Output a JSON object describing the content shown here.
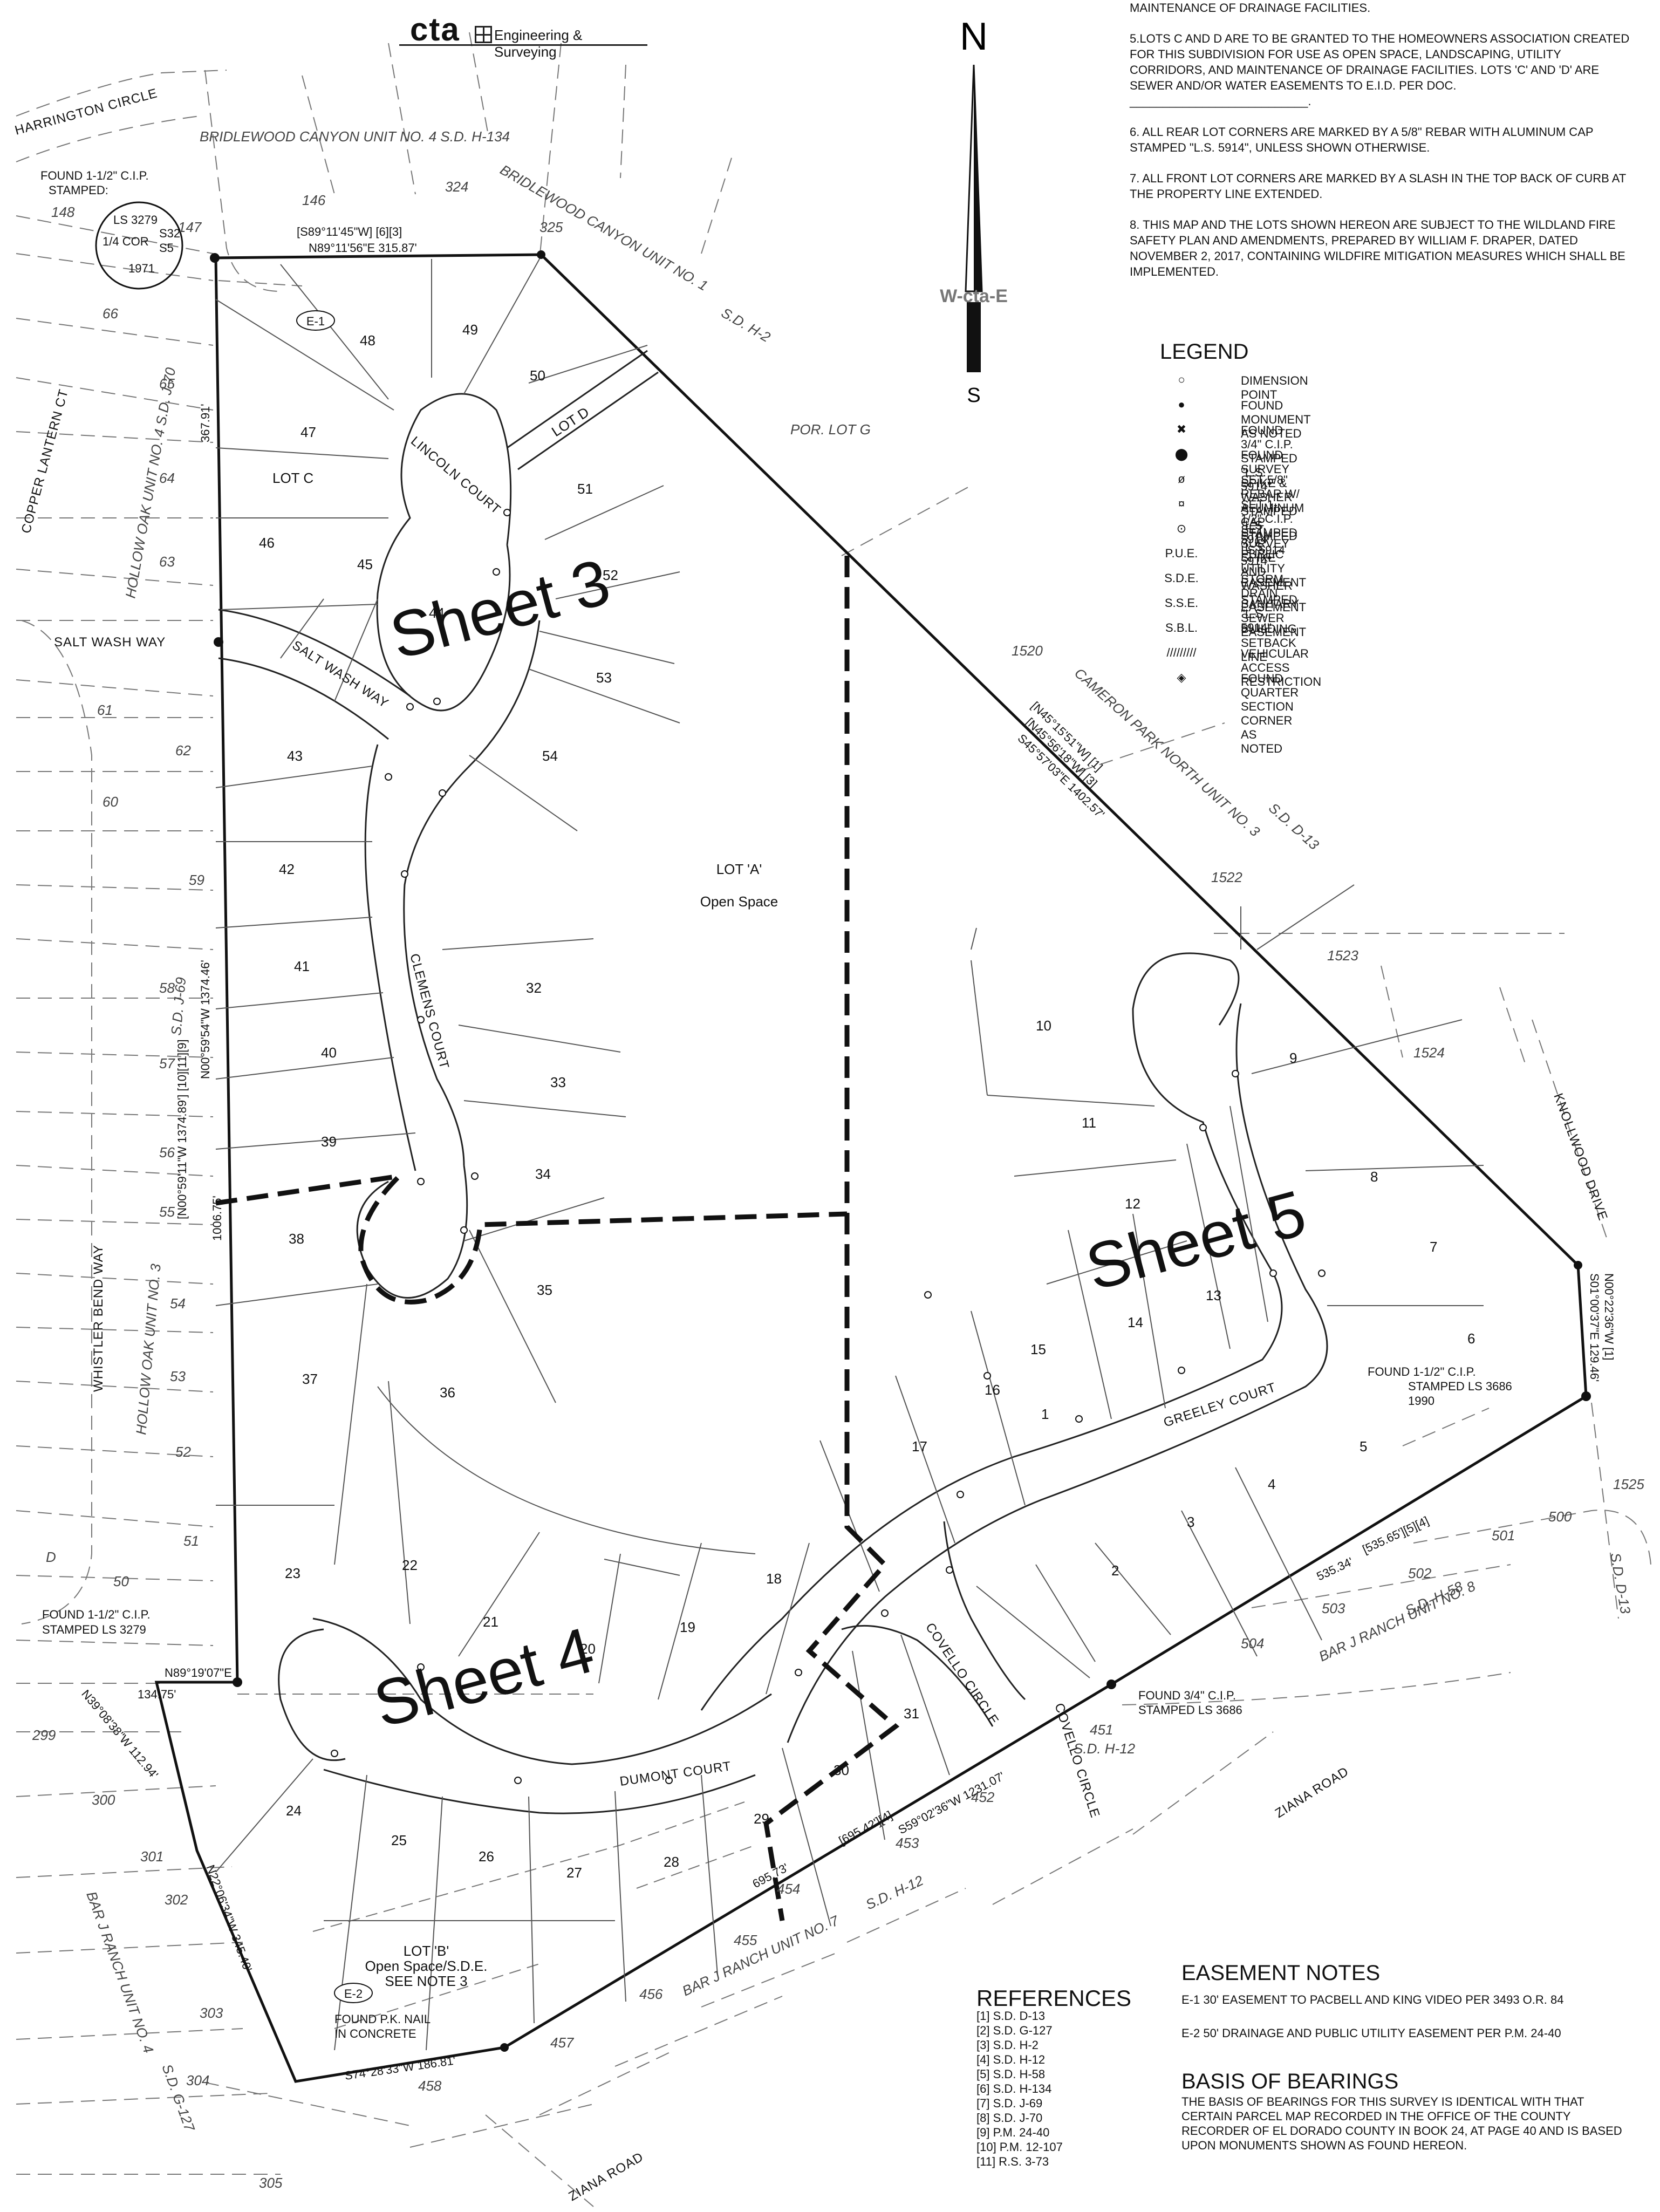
{
  "logo": {
    "brand": "cta",
    "tagline": "Engineering & Surveying"
  },
  "north_arrow": {
    "n": "N",
    "s": "S",
    "mid": "W-cta-E"
  },
  "notes": [
    "MAINTENANCE OF DRAINAGE FACILITIES.",
    "5.LOTS C AND D ARE TO BE GRANTED TO THE HOMEOWNERS ASSOCIATION CREATED FOR THIS SUBDIVISION FOR USE AS OPEN SPACE, LANDSCAPING, UTILITY CORRIDORS, AND MAINTENANCE OF DRAINAGE FACILITIES. LOTS 'C' AND 'D' ARE SEWER AND/OR WATER EASEMENTS TO E.I.D. PER DOC. ___________________________.",
    "6. ALL REAR LOT CORNERS ARE MARKED BY A 5/8\" REBAR WITH ALUMINUM CAP STAMPED \"L.S. 5914\", UNLESS SHOWN OTHERWISE.",
    "7. ALL FRONT LOT CORNERS ARE MARKED BY A SLASH IN THE TOP BACK OF CURB AT THE PROPERTY LINE EXTENDED.",
    "8. THIS MAP AND THE LOTS SHOWN HEREON ARE SUBJECT TO THE WILDLAND FIRE SAFETY PLAN AND AMENDMENTS, PREPARED BY WILLIAM F. DRAPER, DATED NOVEMBER 2, 2017, CONTAINING WILDFIRE MITIGATION MEASURES WHICH SHALL BE IMPLEMENTED."
  ],
  "legend": {
    "title": "LEGEND",
    "items": [
      {
        "sym": "○",
        "label": "DIMENSION POINT"
      },
      {
        "sym": "●",
        "label": "FOUND MONUMENT AS NOTED"
      },
      {
        "sym": "✖",
        "label": "FOUND 3/4\" C.I.P. STAMPED \"L.S. 5914\""
      },
      {
        "sym": "⬤",
        "label": "FOUND SURVEY SPIKE & WASHER STAMPED \"L.S. 5914\""
      },
      {
        "sym": "ø",
        "label": "SET 5/8\" REBAR W/ ALUMINUM CAP STAMPED LS 5914"
      },
      {
        "sym": "¤",
        "label": "SET 1-1/2\" C.I.P. STAMPED \"L.S. 5914\""
      },
      {
        "sym": "⊙",
        "label": "SET SURVEY SPIKE AND WASHER STAMPED \"L.S. 5914\""
      },
      {
        "sym": "P.U.E.",
        "label": "PUBLIC UTILITY EASEMENT"
      },
      {
        "sym": "S.D.E.",
        "label": "STORM DRAIN EASEMENT"
      },
      {
        "sym": "S.S.E.",
        "label": "SANITARY SEWER EASEMENT"
      },
      {
        "sym": "S.B.L.",
        "label": "BUILDING SETBACK LINE"
      },
      {
        "sym": "/////////",
        "label": "VEHICULAR ACCESS RESTRICTION"
      },
      {
        "sym": "◈",
        "label": "FOUND QUARTER SECTION CORNER AS NOTED"
      }
    ]
  },
  "references": {
    "title": "REFERENCES",
    "items": [
      "[1] S.D. D-13",
      "[2] S.D. G-127",
      "[3] S.D. H-2",
      "[4] S.D. H-12",
      "[5] S.D. H-58",
      "[6] S.D. H-134",
      "[7] S.D. J-69",
      "[8] S.D. J-70",
      "[9] P.M. 24-40",
      "[10] P.M. 12-107",
      "[11] R.S. 3-73"
    ]
  },
  "easement_notes": {
    "title": "EASEMENT NOTES",
    "items": [
      "E-1  30' EASEMENT TO PACBELL AND KING VIDEO PER 3493 O.R. 84",
      "E-2  50' DRAINAGE AND PUBLIC UTILITY EASEMENT PER P.M. 24-40"
    ]
  },
  "basis_of_bearings": {
    "title": "BASIS OF BEARINGS",
    "text": "THE BASIS OF BEARINGS FOR THIS SURVEY IS IDENTICAL WITH THAT CERTAIN PARCEL MAP RECORDED IN THE OFFICE OF THE COUNTY RECORDER OF EL DORADO COUNTY IN BOOK 24, AT PAGE 40 AND IS BASED UPON MONUMENTS SHOWN AS FOUND HEREON."
  },
  "sheets": [
    "Sheet 3",
    "Sheet 4",
    "Sheet 5"
  ],
  "streets": {
    "lincoln": "LINCOLN COURT",
    "saltwash": "SALT WASH WAY",
    "saltwash_out": "SALT WASH WAY",
    "clemens": "CLEMENS COURT",
    "greeley": "GREELEY COURT",
    "dumont": "DUMONT COURT",
    "covello": "COVELLO CIRCLE",
    "covello_out": "COVELLO CIRCLE",
    "harrington": "HARRINGTON CIRCLE",
    "copper": "COPPER LANTERN CT",
    "whistler": "WHISTLER BEND WAY",
    "knollwood": "KNOLLWOOD DRIVE",
    "ziana1": "ZIANA ROAD",
    "ziana2": "ZIANA ROAD"
  },
  "subdivisions": {
    "bridlewood4": "BRIDLEWOOD CANYON UNIT NO. 4  S.D. H-134",
    "bridlewood1": "BRIDLEWOOD CANYON UNIT NO. 1",
    "sdh2": "S.D. H-2",
    "hollowoak4": "HOLLOW OAK UNIT NO. 4  S.D. J-70",
    "hollowoak3": "HOLLOW OAK UNIT NO. 3",
    "sdj69": "S.D. J-69",
    "cameron": "CAMERON PARK NORTH UNIT NO. 3",
    "sdd13": "S.D. D-13",
    "sdd13b": "S.D. D-13",
    "barj8": "BAR J RANCH UNIT NO. 8",
    "sdh58": "S.D. H-58",
    "barj7": "BAR J RANCH UNIT NO. 7",
    "sdh12": "S.D. H-12",
    "sdh12b": "S.D. H-12",
    "barj4": "BAR J RANCH UNIT NO. 4",
    "sdg127": "S.D. G-127"
  },
  "lot_labels": {
    "lotA": "LOT 'A'",
    "lotA_sub": "Open Space",
    "lotB": "LOT 'B'",
    "lotB_sub": "Open Space/S.D.E.",
    "lotB_note": "SEE NOTE 3",
    "lotC": "LOT C",
    "lotD": "LOT D",
    "porLotG": "POR. LOT G"
  },
  "lots": [
    "1",
    "2",
    "3",
    "4",
    "5",
    "6",
    "7",
    "8",
    "9",
    "10",
    "11",
    "12",
    "13",
    "14",
    "15",
    "16",
    "17",
    "18",
    "19",
    "20",
    "21",
    "22",
    "23",
    "24",
    "25",
    "26",
    "27",
    "28",
    "29",
    "30",
    "31",
    "32",
    "33",
    "34",
    "35",
    "36",
    "37",
    "38",
    "39",
    "40",
    "41",
    "42",
    "43",
    "44",
    "45",
    "46",
    "47",
    "48",
    "49",
    "50",
    "51",
    "52",
    "53",
    "54"
  ],
  "adjacent_lots": [
    "148",
    "147",
    "146",
    "324",
    "325",
    "66",
    "65",
    "64",
    "63",
    "62",
    "61",
    "60",
    "59",
    "58",
    "57",
    "56",
    "55",
    "54",
    "53",
    "52",
    "51",
    "50",
    "D",
    "299",
    "300",
    "301",
    "302",
    "303",
    "304",
    "305",
    "1520",
    "1522",
    "1523",
    "1524",
    "1525",
    "500",
    "501",
    "502",
    "503",
    "504",
    "451",
    "452",
    "453",
    "454",
    "455",
    "456",
    "457",
    "458"
  ],
  "bearings": {
    "top1": "[S89°11'45\"W] [6][3]",
    "top2": "N89°11'56\"E 315.87'",
    "west1": "367.91'",
    "west2": "[N00°59'11\"W 1374.89'] [10][11][9]",
    "west3": "N00°59'54\"W 1374.46'",
    "west4": "1006.75'",
    "diag1": "[N45°15'51\"W] [1]",
    "diag2": "[N45°56'18\"W] [3]",
    "diag3": "S45°57'03\"E 1402.57'",
    "east1": "N00°22'36\"W [1]",
    "east2": "S01°00'37\"E 129.46'",
    "south1": "[535.65'][5][4]",
    "south2": "535.34'",
    "south3": "S59°02'36\"W  1231.07'",
    "south4": "[695.42'][4]",
    "south5": "695.73'",
    "sw1": "N89°19'07\"E",
    "sw2": "134.75'",
    "sw3": "N39°08'38\"W 112.94'",
    "sw4": "N22°06'34\"W 345.40'",
    "sw5": "S74°28'33\"W 186.81'"
  },
  "monuments": {
    "m1a": "FOUND 1-1/2\" C.I.P.",
    "m1b": "STAMPED:",
    "m1c": "LS 3279",
    "m1d": "S32",
    "m1e": "1/4 COR",
    "m1f": "S5",
    "m1g": "1971",
    "m2a": "FOUND 1-1/2\" C.I.P.",
    "m2b": "STAMPED LS 3279",
    "m3a": "FOUND 1-1/2\" C.I.P.",
    "m3b": "STAMPED LS 3686",
    "m3c": "1990",
    "m4a": "FOUND 3/4\" C.I.P.",
    "m4b": "STAMPED LS 3686",
    "m5a": "FOUND P.K. NAIL",
    "m5b": "IN CONCRETE"
  },
  "easement_tags": {
    "e1": "E-1",
    "e2": "E-2"
  }
}
